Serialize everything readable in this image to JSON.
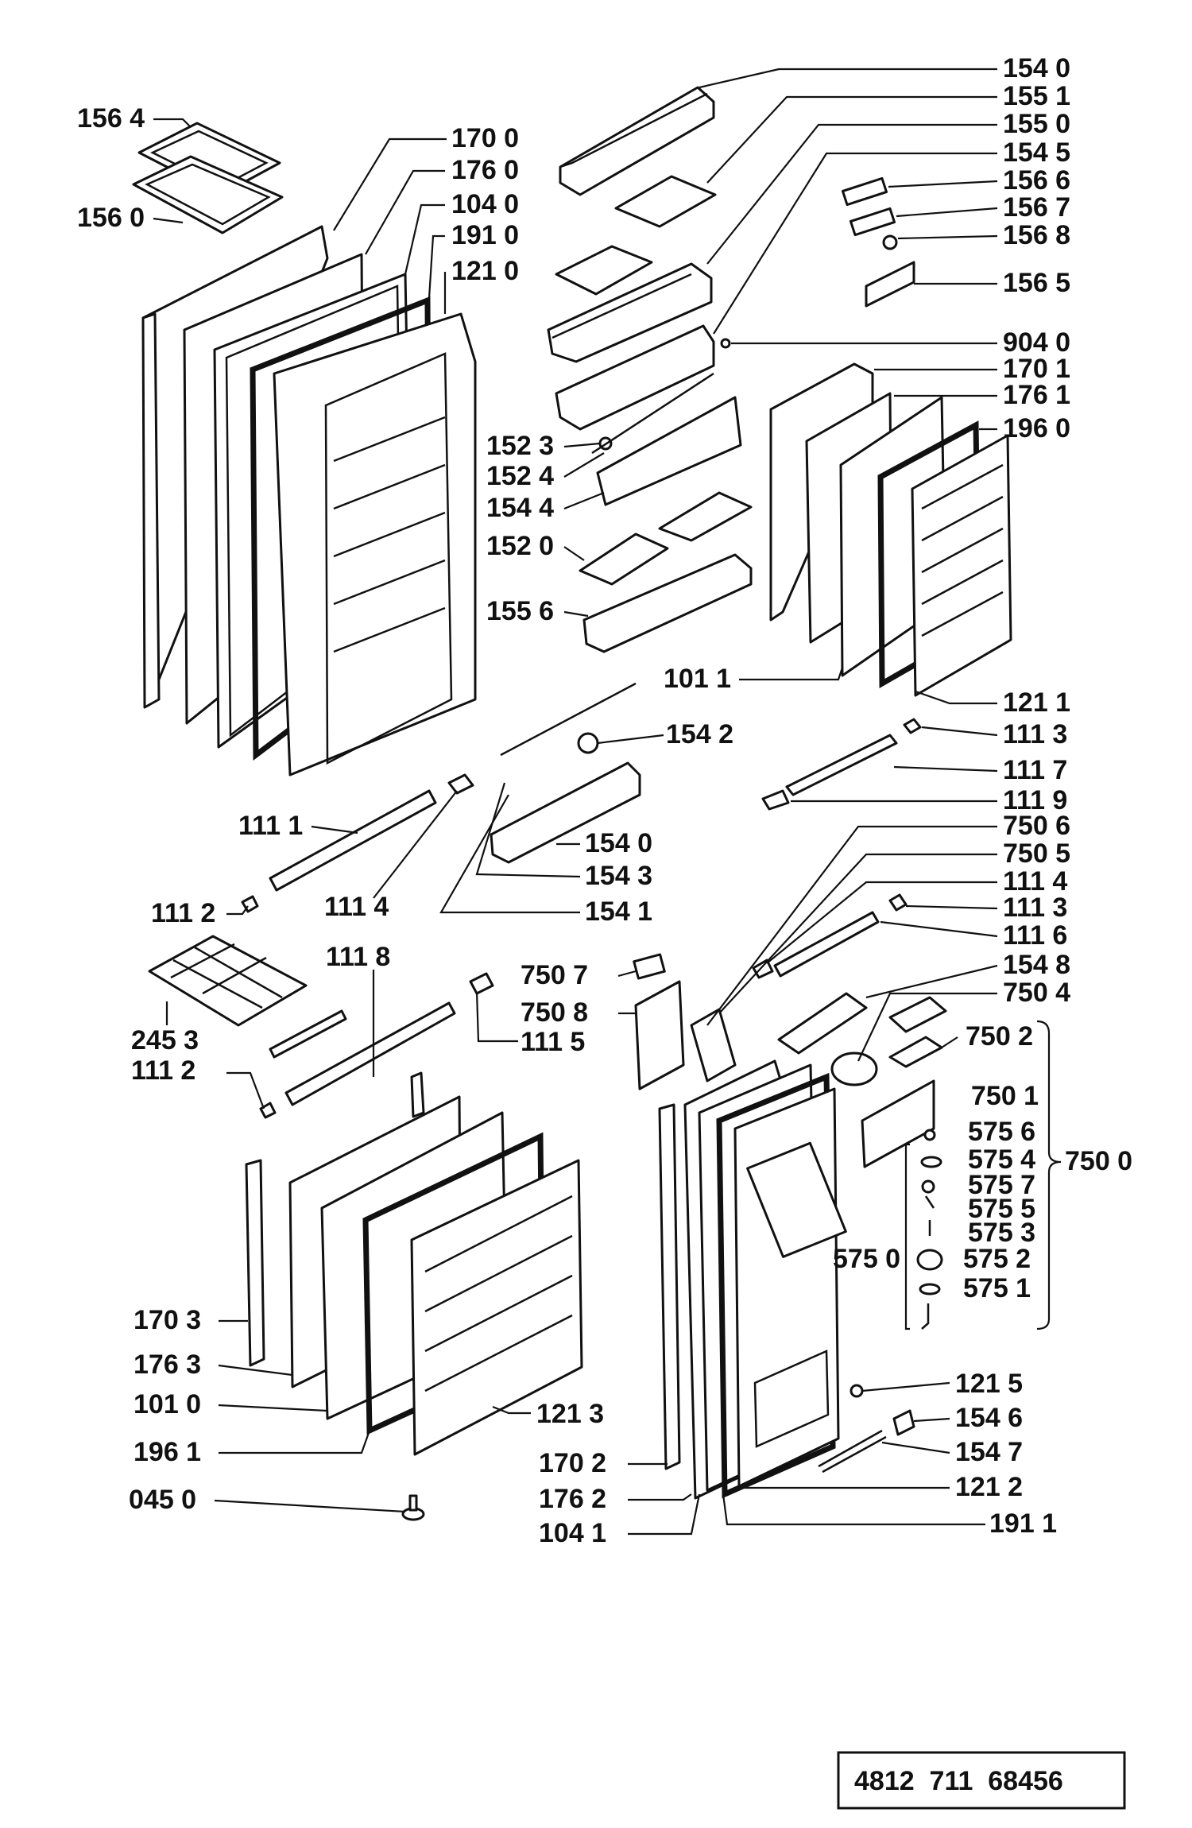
{
  "labels": {
    "l1564": "156 4",
    "l1560": "156 0",
    "l1700": "170 0",
    "l1760": "176 0",
    "l1040": "104 0",
    "l1910": "191 0",
    "l1210": "121 0",
    "l1540a": "154 0",
    "l1551": "155 1",
    "l1550": "155 0",
    "l1545": "154 5",
    "l1566": "156 6",
    "l1567": "156 7",
    "l1568": "156 8",
    "l1565": "156 5",
    "l9040": "904 0",
    "l1701": "170 1",
    "l1761": "176 1",
    "l1960": "196 0",
    "l1523": "152 3",
    "l1524": "152 4",
    "l1544": "154 4",
    "l1520": "152 0",
    "l1556": "155 6",
    "l1011": "101 1",
    "l1211": "121 1",
    "l1542": "154 2",
    "l1113a": "111 3",
    "l1117": "111 7",
    "l1119": "111 9",
    "l1111": "111 1",
    "l1540b": "154 0",
    "l7506": "750 6",
    "l7505": "750 5",
    "l1543": "154 3",
    "l1114a": "111 4",
    "l1114b": "111 4",
    "l1541": "154 1",
    "l1112a": "111 2",
    "l1113b": "111 3",
    "l1116": "111 6",
    "l1118": "111 8",
    "l1548": "154 8",
    "l7507": "750 7",
    "l7508": "750 8",
    "l7504": "750 4",
    "l2453": "245 3",
    "l1115": "111 5",
    "l7502": "750 2",
    "l1112b": "111 2",
    "l7501": "750 1",
    "l5756": "575 6",
    "l5754": "575 4",
    "l7500": "750 0",
    "l5757": "575 7",
    "l5755": "575 5",
    "l5753": "575 3",
    "l5750": "575 0",
    "l5752": "575 2",
    "l5751": "575 1",
    "l1703": "170 3",
    "l1763": "176 3",
    "l1010": "101 0",
    "l1213": "121 3",
    "l1961": "196 1",
    "l1215": "121 5",
    "l1546": "154 6",
    "l1702": "170 2",
    "l1547": "154 7",
    "l1762": "176 2",
    "l1212": "121 2",
    "l0450": "045 0",
    "l1041": "104 1",
    "l1911": "191 1"
  },
  "document_number": "4812  711  68456"
}
